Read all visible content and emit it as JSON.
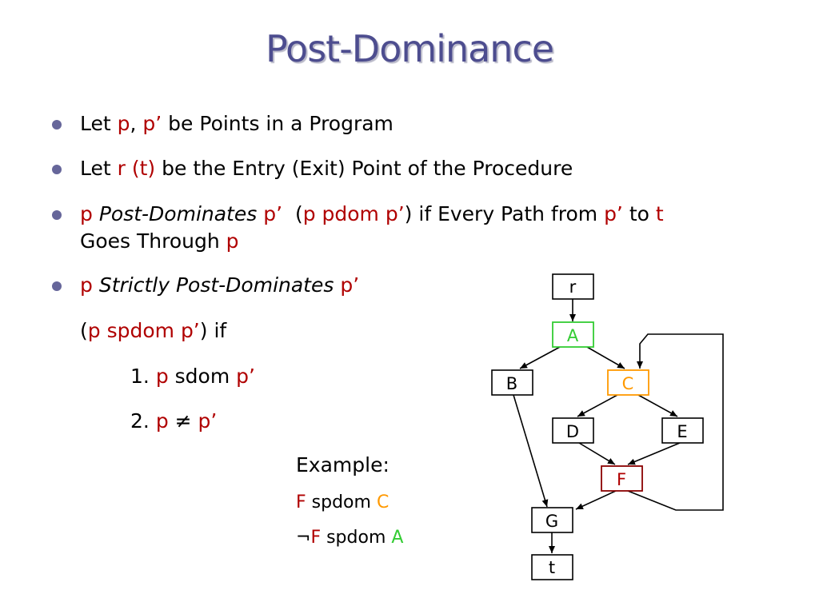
{
  "slide": {
    "title": "Post-Dominance"
  },
  "bullets": [
    {
      "parts": [
        "Let ",
        "p",
        ", ",
        "p’",
        " be Points in a Program"
      ]
    },
    {
      "parts": [
        "Let ",
        "r (t)",
        " be the Entry (Exit) Point of the Procedure"
      ]
    },
    {
      "parts": [
        "p",
        " ",
        "Post-Dominates",
        " ",
        "p’",
        "  (",
        "p pdom p’",
        ") if Every Path from ",
        "p’",
        " to ",
        "t"
      ],
      "cont": [
        "Goes Through ",
        "p"
      ]
    },
    {
      "parts": [
        "p",
        " ",
        "Strictly Post-Dominates",
        " ",
        "p’"
      ]
    }
  ],
  "spdom_line": [
    "(",
    "p spdom p’",
    ") if"
  ],
  "conditions": [
    [
      "1. ",
      "p",
      " sdom ",
      "p’"
    ],
    [
      "2. ",
      "p",
      " ≠ ",
      "p’"
    ]
  ],
  "example": {
    "heading": "Example:",
    "line1": [
      "F",
      " spdom ",
      "C"
    ],
    "line2": [
      "¬",
      "F",
      " spdom ",
      "A"
    ]
  },
  "graph": {
    "nodes": {
      "r": "r",
      "A": "A",
      "B": "B",
      "C": "C",
      "D": "D",
      "E": "E",
      "F": "F",
      "G": "G",
      "t": "t"
    },
    "edges": [
      [
        "r",
        "A"
      ],
      [
        "A",
        "B"
      ],
      [
        "A",
        "C"
      ],
      [
        "C",
        "D"
      ],
      [
        "C",
        "E"
      ],
      [
        "D",
        "F"
      ],
      [
        "E",
        "F"
      ],
      [
        "F",
        "G"
      ],
      [
        "F",
        "C"
      ],
      [
        "B",
        "G"
      ],
      [
        "G",
        "t"
      ]
    ]
  },
  "colors": {
    "title": "#4d4d8f",
    "emphasis": "#b00000",
    "node_A": "#33cc33",
    "node_C": "#ff9900",
    "node_F": "#8b0000",
    "bullet": "#66669a"
  }
}
